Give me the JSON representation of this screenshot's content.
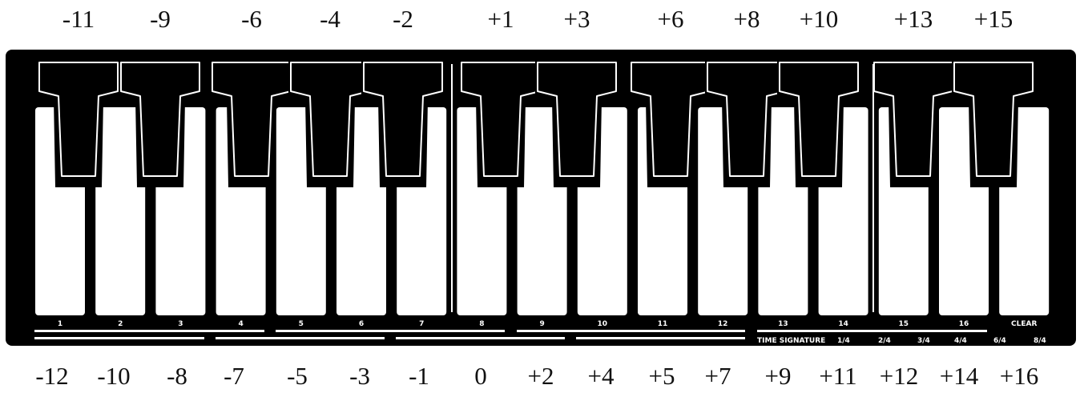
{
  "top_offsets": [
    "-11",
    "-9",
    "-6",
    "-4",
    "-2",
    "+1",
    "+3",
    "+6",
    "+8",
    "+10",
    "+13",
    "+15"
  ],
  "bottom_offsets": [
    "-12",
    "-10",
    "-8",
    "-7",
    "-5",
    "-3",
    "-1",
    "0",
    "+2",
    "+4",
    "+5",
    "+7",
    "+9",
    "+11",
    "+12",
    "+14",
    "+16"
  ],
  "steps": [
    "1",
    "2",
    "3",
    "4",
    "5",
    "6",
    "7",
    "8",
    "9",
    "10",
    "11",
    "12",
    "13",
    "14",
    "15",
    "16"
  ],
  "clear_label": "CLEAR",
  "time_signature": {
    "label": "TIME SIGNATURE",
    "options": [
      "1/4",
      "2/4",
      "3/4",
      "4/4",
      "6/4",
      "8/4"
    ]
  },
  "colors": {
    "panel": "#000000",
    "key_white": "#ffffff",
    "outline": "#ffffff",
    "text": "#111111"
  }
}
